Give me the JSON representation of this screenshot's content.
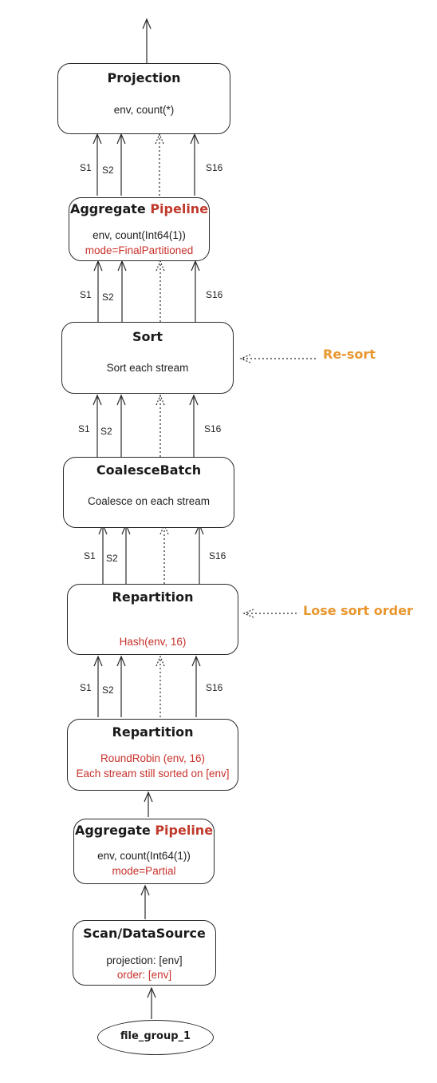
{
  "nodes": [
    {
      "title": "Projection",
      "lines": [
        {
          "text": "env, count(*)",
          "red": false
        }
      ]
    },
    {
      "title": "Aggregate",
      "title_accent": "Pipeline",
      "lines": [
        {
          "text": "env, count(Int64(1))",
          "red": false
        },
        {
          "text": "mode=FinalPartitioned",
          "red": true
        }
      ]
    },
    {
      "title": "Sort",
      "lines": [
        {
          "text": "Sort each stream",
          "red": false
        }
      ]
    },
    {
      "title": "CoalesceBatch",
      "lines": [
        {
          "text": "Coalesce on each stream",
          "red": false
        }
      ]
    },
    {
      "title": "Repartition",
      "lines": [
        {
          "text": "Hash(env, 16)",
          "red": true
        }
      ]
    },
    {
      "title": "Repartition",
      "lines": [
        {
          "text": "RoundRobin (env, 16)",
          "red": true
        },
        {
          "text": "Each stream still sorted on [env]",
          "red": true
        }
      ]
    },
    {
      "title": "Aggregate",
      "title_accent": "Pipeline",
      "lines": [
        {
          "text": "env, count(Int64(1))",
          "red": false
        },
        {
          "text": "mode=Partial",
          "red": true
        }
      ]
    },
    {
      "title": "Scan/DataSource",
      "lines": [
        {
          "text": "projection: [env]",
          "red": false
        },
        {
          "text": "order: [env]",
          "red": true
        }
      ]
    }
  ],
  "source": {
    "label": "file_group_1"
  },
  "streams": [
    "S1",
    "S2",
    "S16"
  ],
  "annotations": [
    {
      "text": "Re-sort",
      "target": "Sort"
    },
    {
      "text": "Lose sort order",
      "target": "Repartition"
    }
  ],
  "colors": {
    "accent_red": "#c8312b",
    "annotation_orange": "#e8962e",
    "line": "#2a2a2a"
  }
}
